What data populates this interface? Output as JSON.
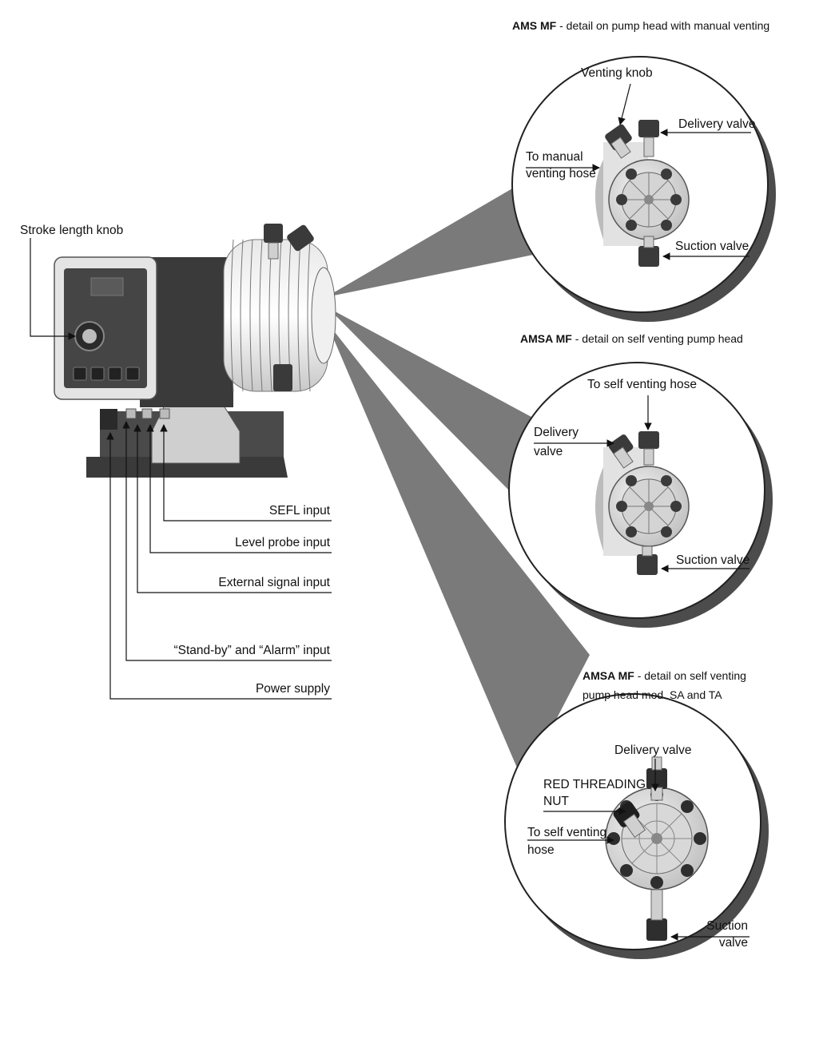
{
  "main_pump": {
    "stroke_length_knob": "Stroke length knob",
    "inputs": [
      "SEFL input",
      "Level probe input",
      "External signal input",
      "“Stand-by” and “Alarm” input",
      "Power supply"
    ]
  },
  "details": [
    {
      "title_bold": "AMS MF",
      "title_rest": " - detail on pump head with manual venting",
      "labels": {
        "venting_knob": "Venting knob",
        "delivery_valve": "Delivery valve",
        "manual_hose_1": "To manual",
        "manual_hose_2": "venting hose",
        "suction_valve": "Suction valve"
      }
    },
    {
      "title_bold": "AMSA MF",
      "title_rest": " - detail on self venting pump head",
      "labels": {
        "self_hose": "To self venting hose",
        "delivery_1": "Delivery",
        "delivery_2": "valve",
        "suction_valve": "Suction valve"
      }
    },
    {
      "title_bold": "AMSA MF",
      "title_rest": " - detail on self venting",
      "title_line2": "pump head mod. SA and TA",
      "labels": {
        "delivery_valve": "Delivery valve",
        "red_nut_1": "RED THREADING",
        "red_nut_2": "NUT",
        "self_hose_1": "To self venting",
        "self_hose_2": "hose",
        "suction_1": "Suction",
        "suction_2": "valve"
      }
    }
  ],
  "colors": {
    "beam": "#7a7a7a",
    "line": "#111111",
    "pump_body": "#d9d9d9",
    "pump_dark": "#3a3a3a",
    "circle_shadow": "#555555"
  }
}
